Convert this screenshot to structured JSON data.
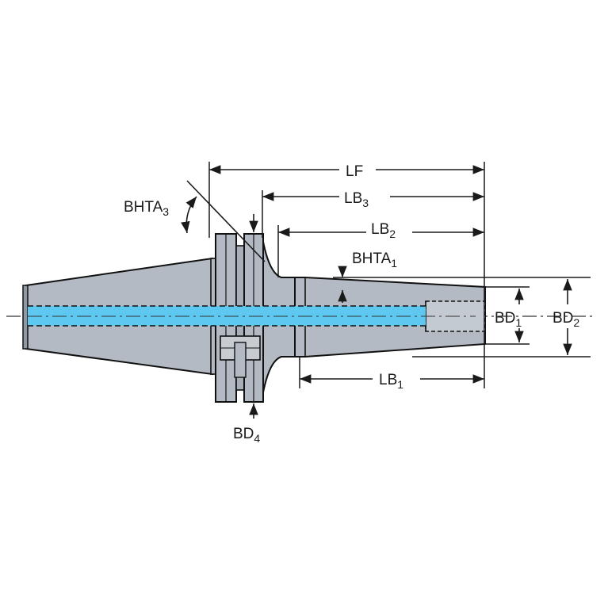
{
  "labels": {
    "lf": "LF",
    "lb3": "LB",
    "lb3_sub": "3",
    "lb2": "LB",
    "lb2_sub": "2",
    "lb1": "LB",
    "lb1_sub": "1",
    "bhta3": "BHTA",
    "bhta3_sub": "3",
    "bhta1": "BHTA",
    "bhta1_sub": "1",
    "bd1": "BD",
    "bd1_sub": "1",
    "bd2": "BD",
    "bd2_sub": "2",
    "bd4": "BD",
    "bd4_sub": "4"
  },
  "colors": {
    "body": "#b3bac3",
    "body_dark": "#8f98a3",
    "coolant": "#5ec8f0",
    "outline": "#111111",
    "dimension": "#1a1a1a"
  }
}
